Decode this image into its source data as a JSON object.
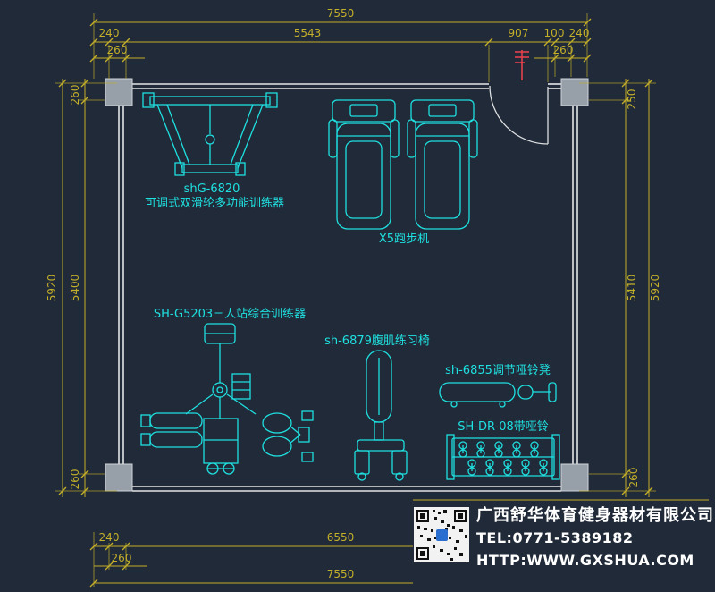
{
  "colors": {
    "background": "#202a38",
    "dimension": "#c3af2a",
    "equipment": "#1fe0e0",
    "wall": "#e4e6e8",
    "column": "#97a0a9",
    "accent_red": "#e2404e",
    "company_text": "#ffffff"
  },
  "dimensions": {
    "top_overall": "7550",
    "top_row": [
      "240",
      "5543",
      "907",
      "100",
      "240"
    ],
    "top_offsets": [
      "260",
      "260"
    ],
    "left_outer": "5920",
    "left_col": [
      "260",
      "5400",
      "260"
    ],
    "right_col": [
      "250",
      "5410",
      "260"
    ],
    "right_outer": "5920",
    "bottom_row": [
      "240",
      "6550"
    ],
    "bottom_offset": "260",
    "bottom_overall": "7550"
  },
  "equipment": [
    {
      "model": "shG-6820",
      "name": "可调式双滑轮多功能训练器"
    },
    {
      "name": "X5跑步机"
    },
    {
      "name": "SH-G5203三人站综合训练器"
    },
    {
      "name": "sh-6879腹肌练习椅"
    },
    {
      "name": "sh-6855调节哑铃凳"
    },
    {
      "name": "SH-DR-08带哑铃"
    }
  ],
  "company": {
    "name": "广西舒华体育健身器材有限公司",
    "tel": "TEL:0771-5389182",
    "website": "HTTP:WWW.GXSHUA.COM"
  }
}
